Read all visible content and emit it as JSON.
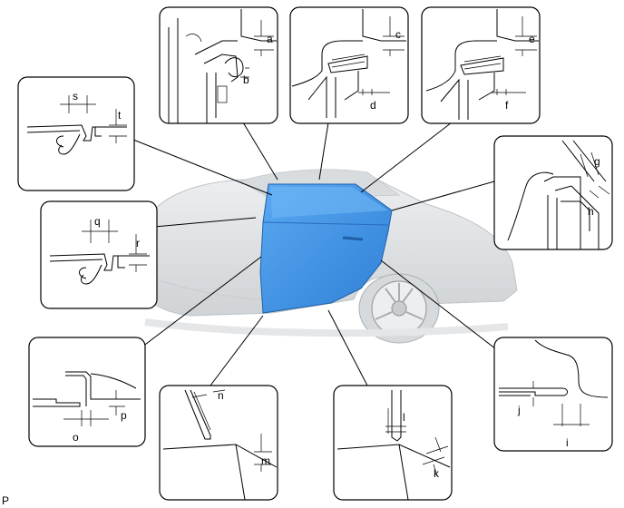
{
  "diagram": {
    "callouts": {
      "a": "a",
      "b": "b",
      "c": "c",
      "d": "d",
      "e": "e",
      "f": "f",
      "g": "g",
      "h": "h",
      "i": "i",
      "j": "j",
      "k": "k",
      "l": "l",
      "m": "m",
      "n": "n",
      "o": "o",
      "p": "p",
      "q": "q",
      "r": "r",
      "s": "s",
      "t": "t"
    },
    "corner_code": "P",
    "colors": {
      "door_highlight": "#3a8ee8",
      "car_body": "#e6e8ea",
      "line": "#000000"
    }
  }
}
